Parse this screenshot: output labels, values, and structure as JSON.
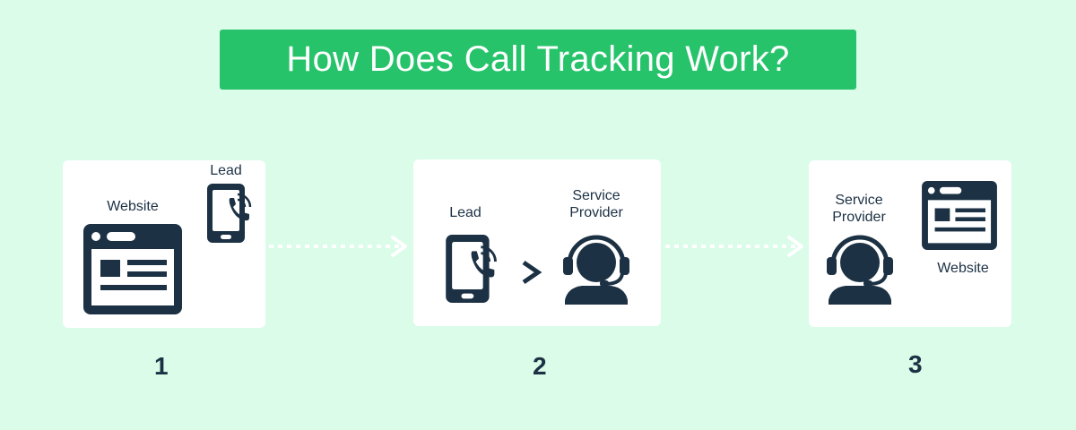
{
  "title": "How Does Call Tracking Work?",
  "colors": {
    "background": "#dafce9",
    "title_bar": "#27c36b",
    "card": "#ffffff",
    "icon": "#1c3144",
    "arrow": "#ffffff"
  },
  "steps": [
    {
      "number": "1",
      "labels": {
        "website": "Website",
        "lead": "Lead"
      },
      "icons": [
        "browser-window-icon",
        "phone-call-icon"
      ]
    },
    {
      "number": "2",
      "labels": {
        "lead": "Lead",
        "provider": [
          "Service",
          "Provider"
        ]
      },
      "icons": [
        "phone-call-icon",
        "chevron-right-icon",
        "headset-agent-icon"
      ]
    },
    {
      "number": "3",
      "labels": {
        "provider": [
          "Service",
          "Provider"
        ],
        "website": "Website"
      },
      "icons": [
        "headset-agent-icon",
        "browser-window-icon"
      ]
    }
  ]
}
